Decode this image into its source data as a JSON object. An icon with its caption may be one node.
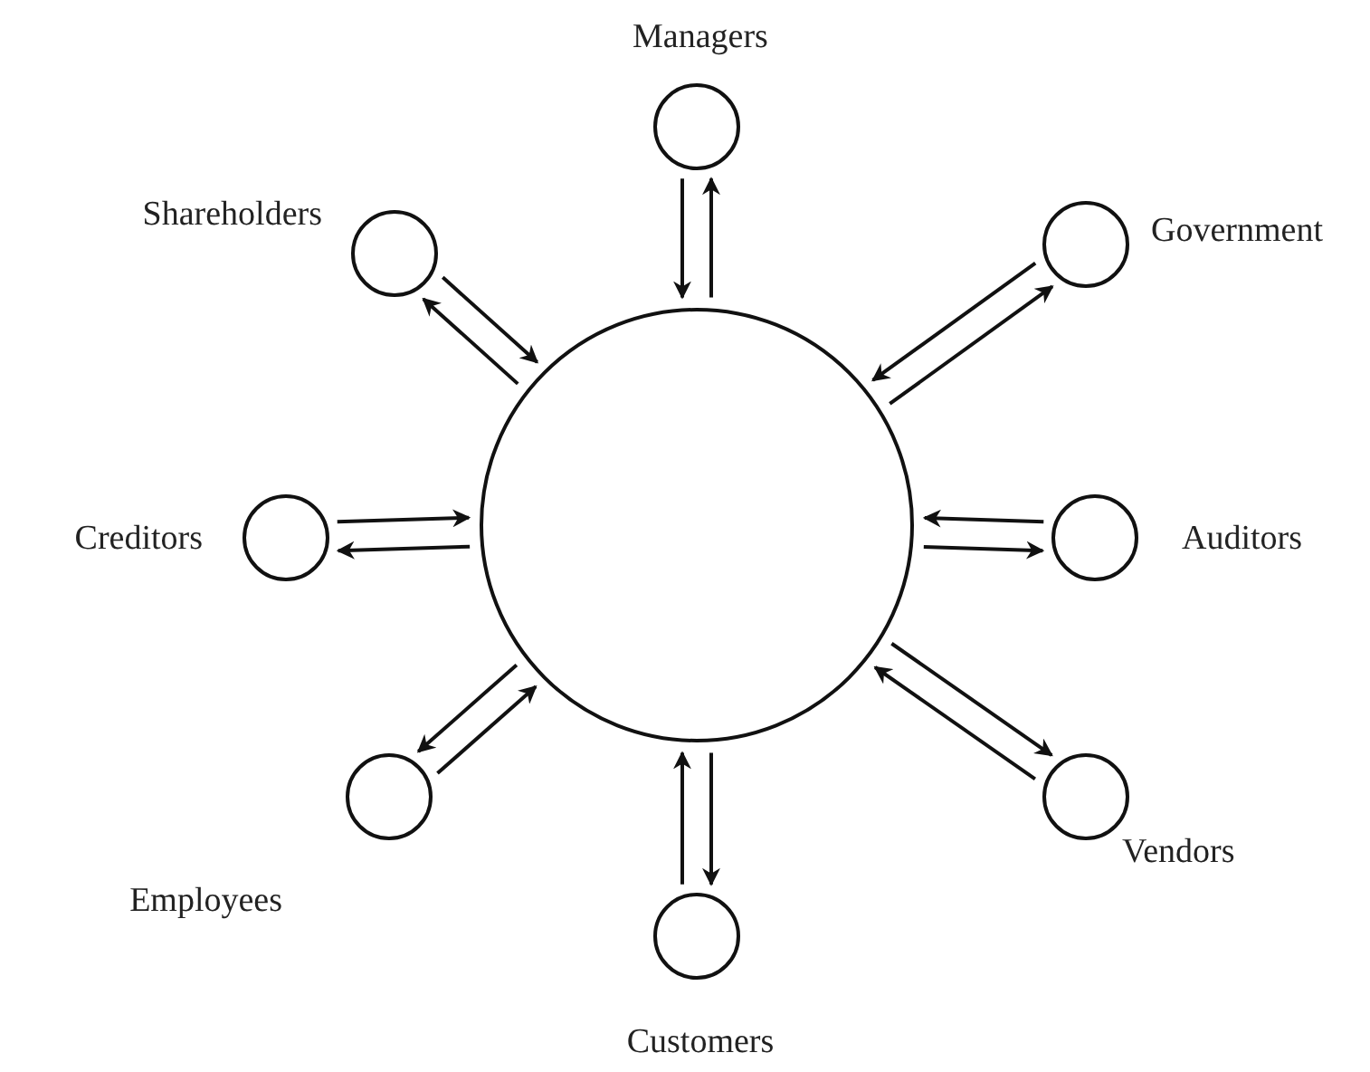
{
  "diagram": {
    "nodes": [
      {
        "text": [],
        "shape": "circle"
      },
      {
        "text": [
          "Managers"
        ]
      },
      {
        "text": [
          "Government"
        ]
      },
      {
        "text": [
          "Auditors"
        ]
      },
      {
        "text": [
          "Vendors"
        ]
      },
      {
        "text": [
          "Customers"
        ]
      },
      {
        "text": [
          "Employees"
        ]
      },
      {
        "text": [
          "Creditors"
        ]
      },
      {
        "text": [
          "Shareholders"
        ]
      }
    ],
    "edges": [
      {
        "from": 1,
        "to": 0,
        "arrow": "to"
      },
      {
        "from": 0,
        "to": 1,
        "arrow": "to"
      },
      {
        "from": 2,
        "to": 0,
        "arrow": "to"
      },
      {
        "from": 0,
        "to": 2,
        "arrow": "to"
      },
      {
        "from": 3,
        "to": 0,
        "arrow": "to"
      },
      {
        "from": 0,
        "to": 3,
        "arrow": "to"
      },
      {
        "from": 4,
        "to": 0,
        "arrow": "to"
      },
      {
        "from": 0,
        "to": 4,
        "arrow": "to"
      },
      {
        "from": 5,
        "to": 0,
        "arrow": "to"
      },
      {
        "from": 0,
        "to": 5,
        "arrow": "to"
      },
      {
        "from": 6,
        "to": 0,
        "arrow": "to"
      },
      {
        "from": 0,
        "to": 6,
        "arrow": "to"
      },
      {
        "from": 7,
        "to": 0,
        "arrow": "to"
      },
      {
        "from": 0,
        "to": 7,
        "arrow": "to"
      },
      {
        "from": 8,
        "to": 0,
        "arrow": "to"
      },
      {
        "from": 0,
        "to": 8,
        "arrow": "to"
      }
    ]
  }
}
